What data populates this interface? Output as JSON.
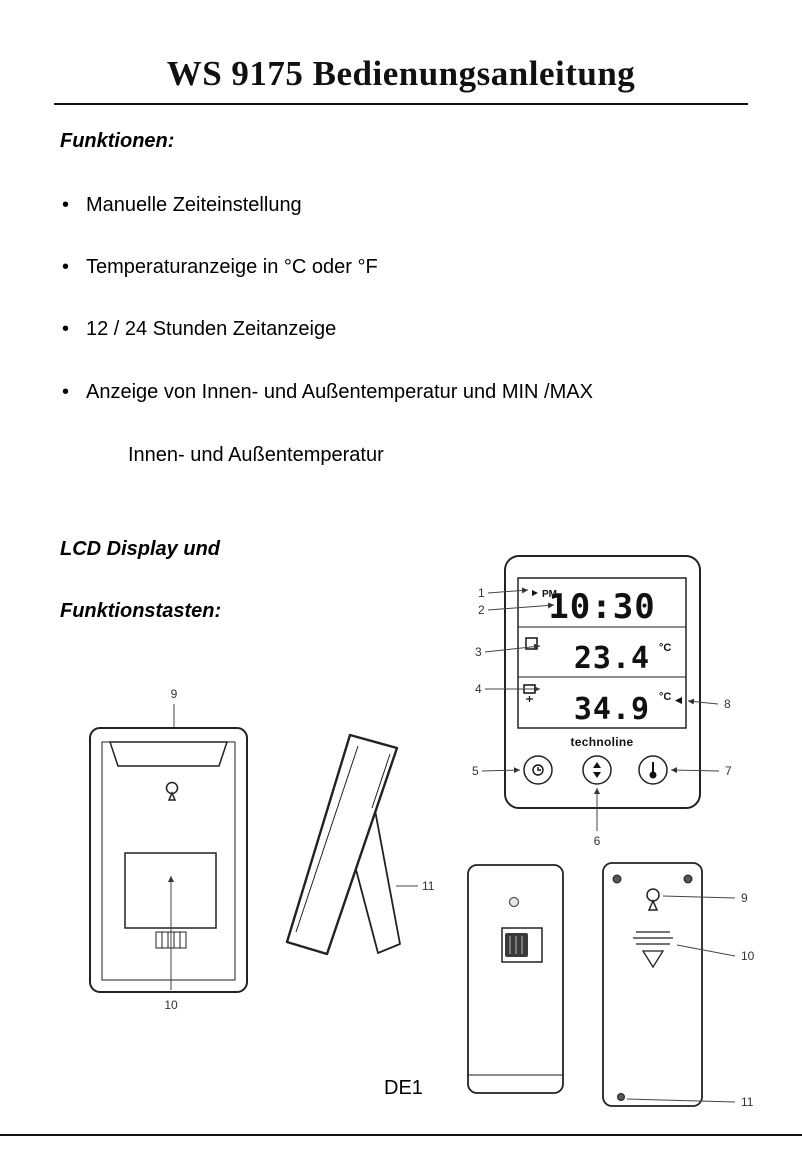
{
  "page": {
    "title": "WS 9175 Bedienungsanleitung",
    "footer": "DE1"
  },
  "funktionen": {
    "heading": "Funktionen:",
    "bullets": [
      "Manuelle Zeiteinstellung",
      "Temperaturanzeige in °C oder °F",
      "12 / 24 Stunden Zeitanzeige",
      "Anzeige von Innen- und Außentemperatur und MIN /MAX"
    ],
    "continuation": "Innen- und Außentemperatur"
  },
  "lcd_section": {
    "heading_line1": "LCD Display und",
    "heading_line2": "Funktionstasten:"
  },
  "device_front": {
    "pm": "PM",
    "time": "10:30",
    "indoor_temp": "23.4",
    "indoor_unit": "°C",
    "outdoor_temp": "34.9",
    "outdoor_unit": "°C",
    "brand": "technoline"
  },
  "callouts": {
    "n1": "1",
    "n2": "2",
    "n3": "3",
    "n4": "4",
    "n5": "5",
    "n6": "6",
    "n7": "7",
    "n8": "8",
    "n9": "9",
    "n10": "10",
    "n11": "11"
  }
}
